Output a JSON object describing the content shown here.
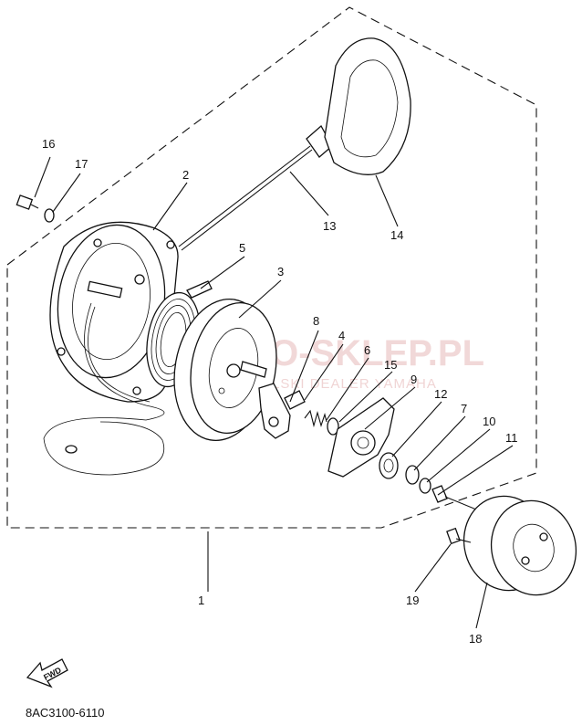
{
  "callouts": {
    "c1": "1",
    "c2": "2",
    "c3": "3",
    "c4": "4",
    "c5": "5",
    "c6": "6",
    "c7": "7",
    "c8": "8",
    "c9": "9",
    "c10": "10",
    "c11": "11",
    "c12": "12",
    "c13": "13",
    "c14": "14",
    "c15": "15",
    "c16": "16",
    "c17": "17",
    "c18": "18",
    "c19": "19"
  },
  "watermark": {
    "main": "MOTO-SKLEP.PL",
    "sub": "WIELKOPOLSKI DEALER YAMAHA"
  },
  "fwd_label": "FWD",
  "diagram_code": "8AC3100-6110",
  "colors": {
    "line": "#111111",
    "watermark": "#e7b9b9"
  }
}
